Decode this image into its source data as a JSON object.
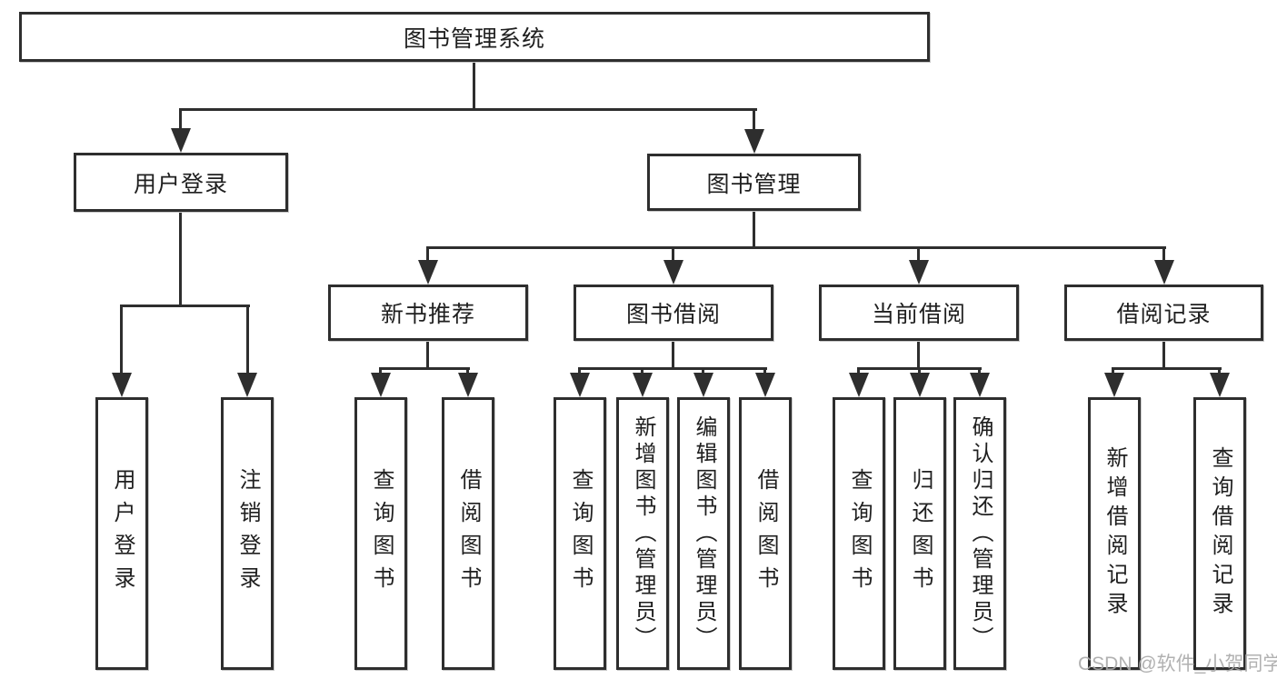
{
  "nodes": {
    "root": "图书管理系统",
    "user_login": "用户登录",
    "book_mgmt": "图书管理",
    "new_books": "新书推荐",
    "book_borrow": "图书借阅",
    "current_borrow": "当前借阅",
    "borrow_records": "借阅记录"
  },
  "leaves": {
    "g1": [
      "用户登录",
      "注销登录"
    ],
    "g2": [
      "查询图书",
      "借阅图书"
    ],
    "g3": [
      "查询图书",
      "新增图书（管理员）",
      "编辑图书（管理员）",
      "借阅图书"
    ],
    "g4": [
      "查询图书",
      "归还图书",
      "确认归还（管理员）"
    ],
    "g5": [
      "新增借阅记录",
      "查询借阅记录"
    ]
  },
  "watermark": "CSDN @软件_小贺同学",
  "colors": {
    "line": "#2e2e2e",
    "box_fill": "#ffffff",
    "text": "#1f1f1f",
    "watermark": "#a9a9a9",
    "background": "#ffffff"
  }
}
